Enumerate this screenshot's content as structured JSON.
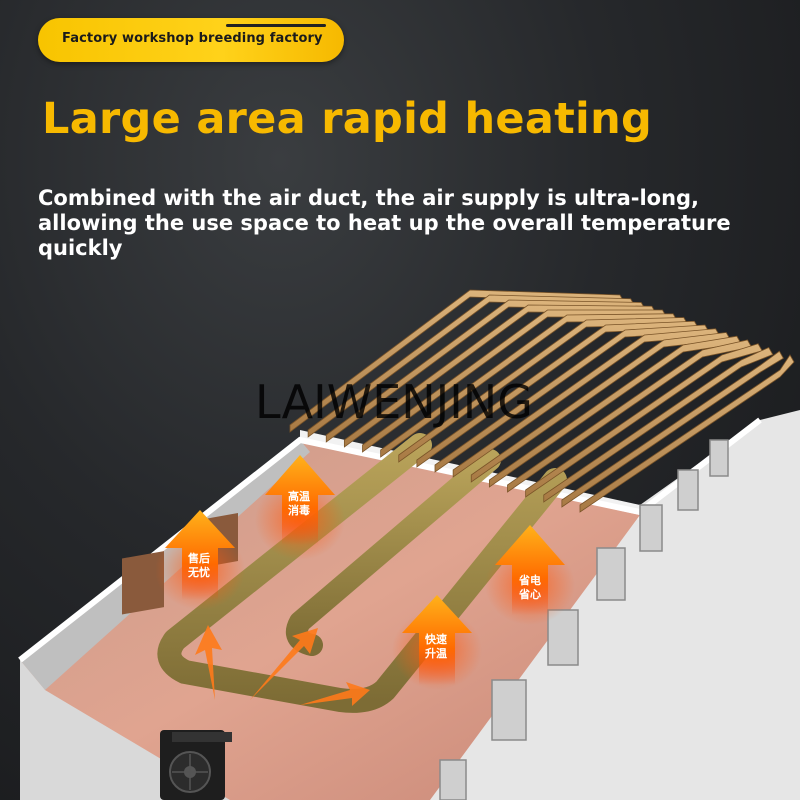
{
  "tag": "Factory workshop breeding factory",
  "headline": "Large area rapid heating",
  "description": "Combined with the air duct, the air supply is ultra-long, allowing the use space to heat up the overall temperature quickly",
  "watermark": "LAIWENJING",
  "badges": [
    {
      "line1": "高温",
      "line2": "消毒"
    },
    {
      "line1": "售后",
      "line2": "无忧"
    },
    {
      "line1": "快速",
      "line2": "升温"
    },
    {
      "line1": "省电",
      "line2": "省心"
    }
  ],
  "colors": {
    "accent": "#f7b900",
    "pill": "#ffd21a",
    "heat": "#ff6a00"
  }
}
